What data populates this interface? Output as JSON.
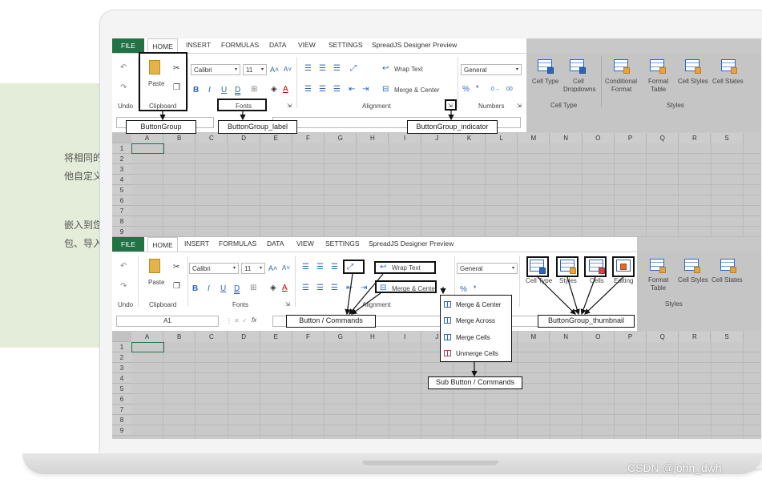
{
  "side_text": [
    "将相同的功能",
    "他自定义电子",
    "嵌入到您的",
    "包、导入所需"
  ],
  "tabs": {
    "file": "FILE",
    "home": "HOME",
    "insert": "INSERT",
    "formulas": "FORMULAS",
    "data": "DATA",
    "view": "VIEW",
    "settings": "SETTINGS",
    "designer": "SpreadJS Designer Preview"
  },
  "ribbon": {
    "undo": "Undo",
    "paste": "Paste",
    "clipboard": "Clipboard",
    "font_name": "Calibri",
    "font_size": "11",
    "fonts": "Fonts",
    "wrap_text": "Wrap Text",
    "merge_center": "Merge & Center",
    "alignment": "Alignment",
    "number_format": "General",
    "numbers": "Numbers",
    "cell_type": "Cell Type",
    "cell_dropdowns_1": "Cell",
    "cell_dropdowns_2": "Dropdowns",
    "cell_type_group": "Cell Type",
    "cond_1": "Conditional",
    "cond_2": "Format",
    "format_table_1": "Format",
    "format_table_2": "Table",
    "cell_styles": "Cell Styles",
    "cell_states": "Cell States",
    "styles_group": "Styles",
    "styles": "Styles",
    "cells": "Cells",
    "editing": "Editing"
  },
  "formula_bar": {
    "name_box": "A1",
    "fx": "fx"
  },
  "columns": [
    "A",
    "B",
    "C",
    "D",
    "E",
    "F",
    "G",
    "H",
    "I",
    "J",
    "K",
    "L",
    "M",
    "N",
    "O",
    "P",
    "Q",
    "R",
    "S"
  ],
  "rows1": [
    "1",
    "2",
    "3",
    "4",
    "5",
    "6",
    "7",
    "8",
    "9"
  ],
  "rows2": [
    "1",
    "2",
    "3",
    "4",
    "5",
    "6",
    "7",
    "8",
    "9"
  ],
  "callouts": {
    "button_group": "ButtonGroup",
    "button_group_label": "ButtonGroup_label",
    "button_group_indicator": "ButtonGroup_indicator",
    "button_commands": "Button / Commands",
    "button_group_thumbnail": "ButtonGroup_thumbnail",
    "sub_button": "Sub Button / Commands"
  },
  "submenu": [
    "Merge & Center",
    "Merge Across",
    "Merge Cells",
    "Unmerge Cells"
  ],
  "watermark": "CSDN @john_dwh",
  "colors": {
    "file_green": "#217346",
    "accent_blue": "#2b66b8",
    "panel_green": "#e4edd9"
  }
}
